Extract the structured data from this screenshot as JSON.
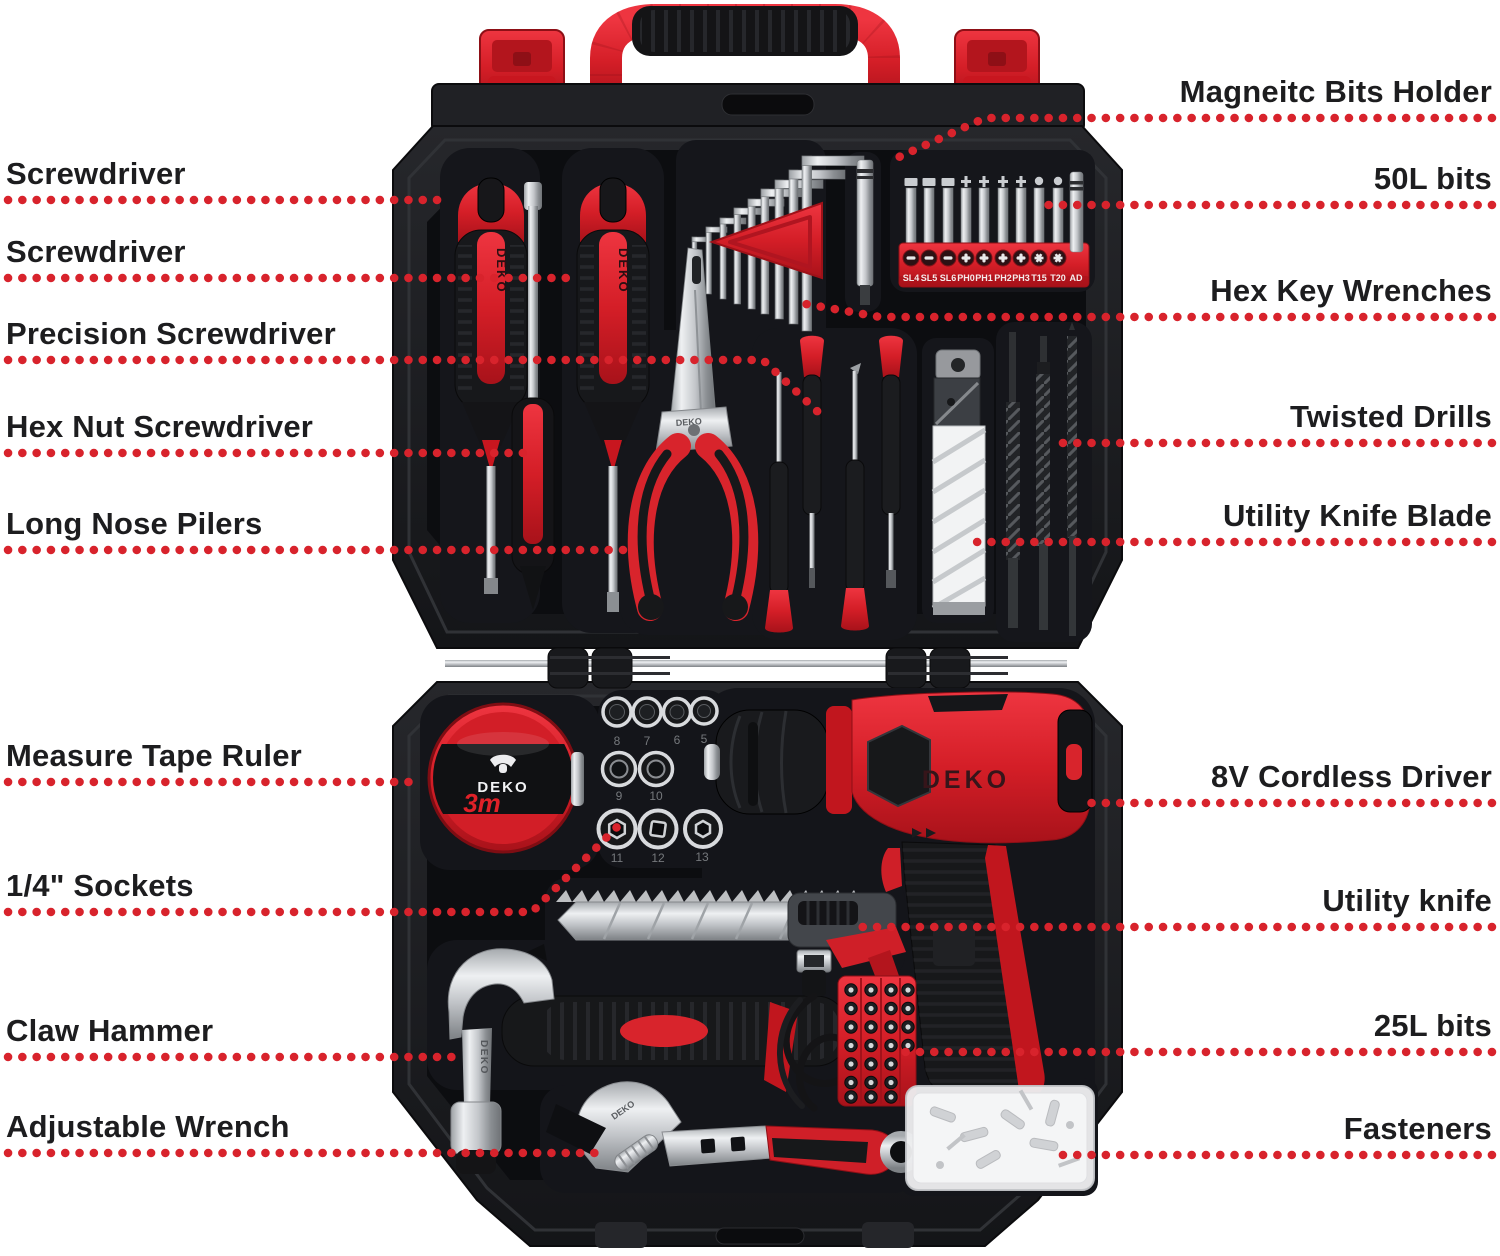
{
  "colors": {
    "accent_red": "#d8232c",
    "leader_dot_red": "#d8232c",
    "case_black": "#17181b",
    "background": "#ffffff",
    "chrome": "#c3c6ca"
  },
  "brand": "DEKO",
  "labels": {
    "left": [
      "Screwdriver",
      "Screwdriver",
      "Precision Screwdriver",
      "Hex Nut Screwdriver",
      "Long Nose Pilers",
      "Measure Tape Ruler",
      "1/4\" Sockets",
      "Claw Hammer",
      "Adjustable Wrench"
    ],
    "right": [
      "Magneitc Bits Holder",
      "50L bits",
      "Hex Key Wrenches",
      "Twisted Drills",
      "Utility Knife Blade",
      "8V Cordless Driver",
      "Utility knife",
      "25L bits",
      "Fasteners"
    ]
  },
  "bits_strip": [
    "SL4",
    "SL5",
    "SL6",
    "PH0",
    "PH1",
    "PH2",
    "PH3",
    "T15",
    "T20",
    "AD"
  ],
  "socket_sizes": {
    "row1": [
      "8",
      "7",
      "6",
      "5"
    ],
    "row2": [
      "9",
      "10"
    ],
    "row3": [
      "11",
      "12",
      "13"
    ]
  },
  "tape_measure": {
    "brand": "DEKO",
    "length": "3m"
  }
}
